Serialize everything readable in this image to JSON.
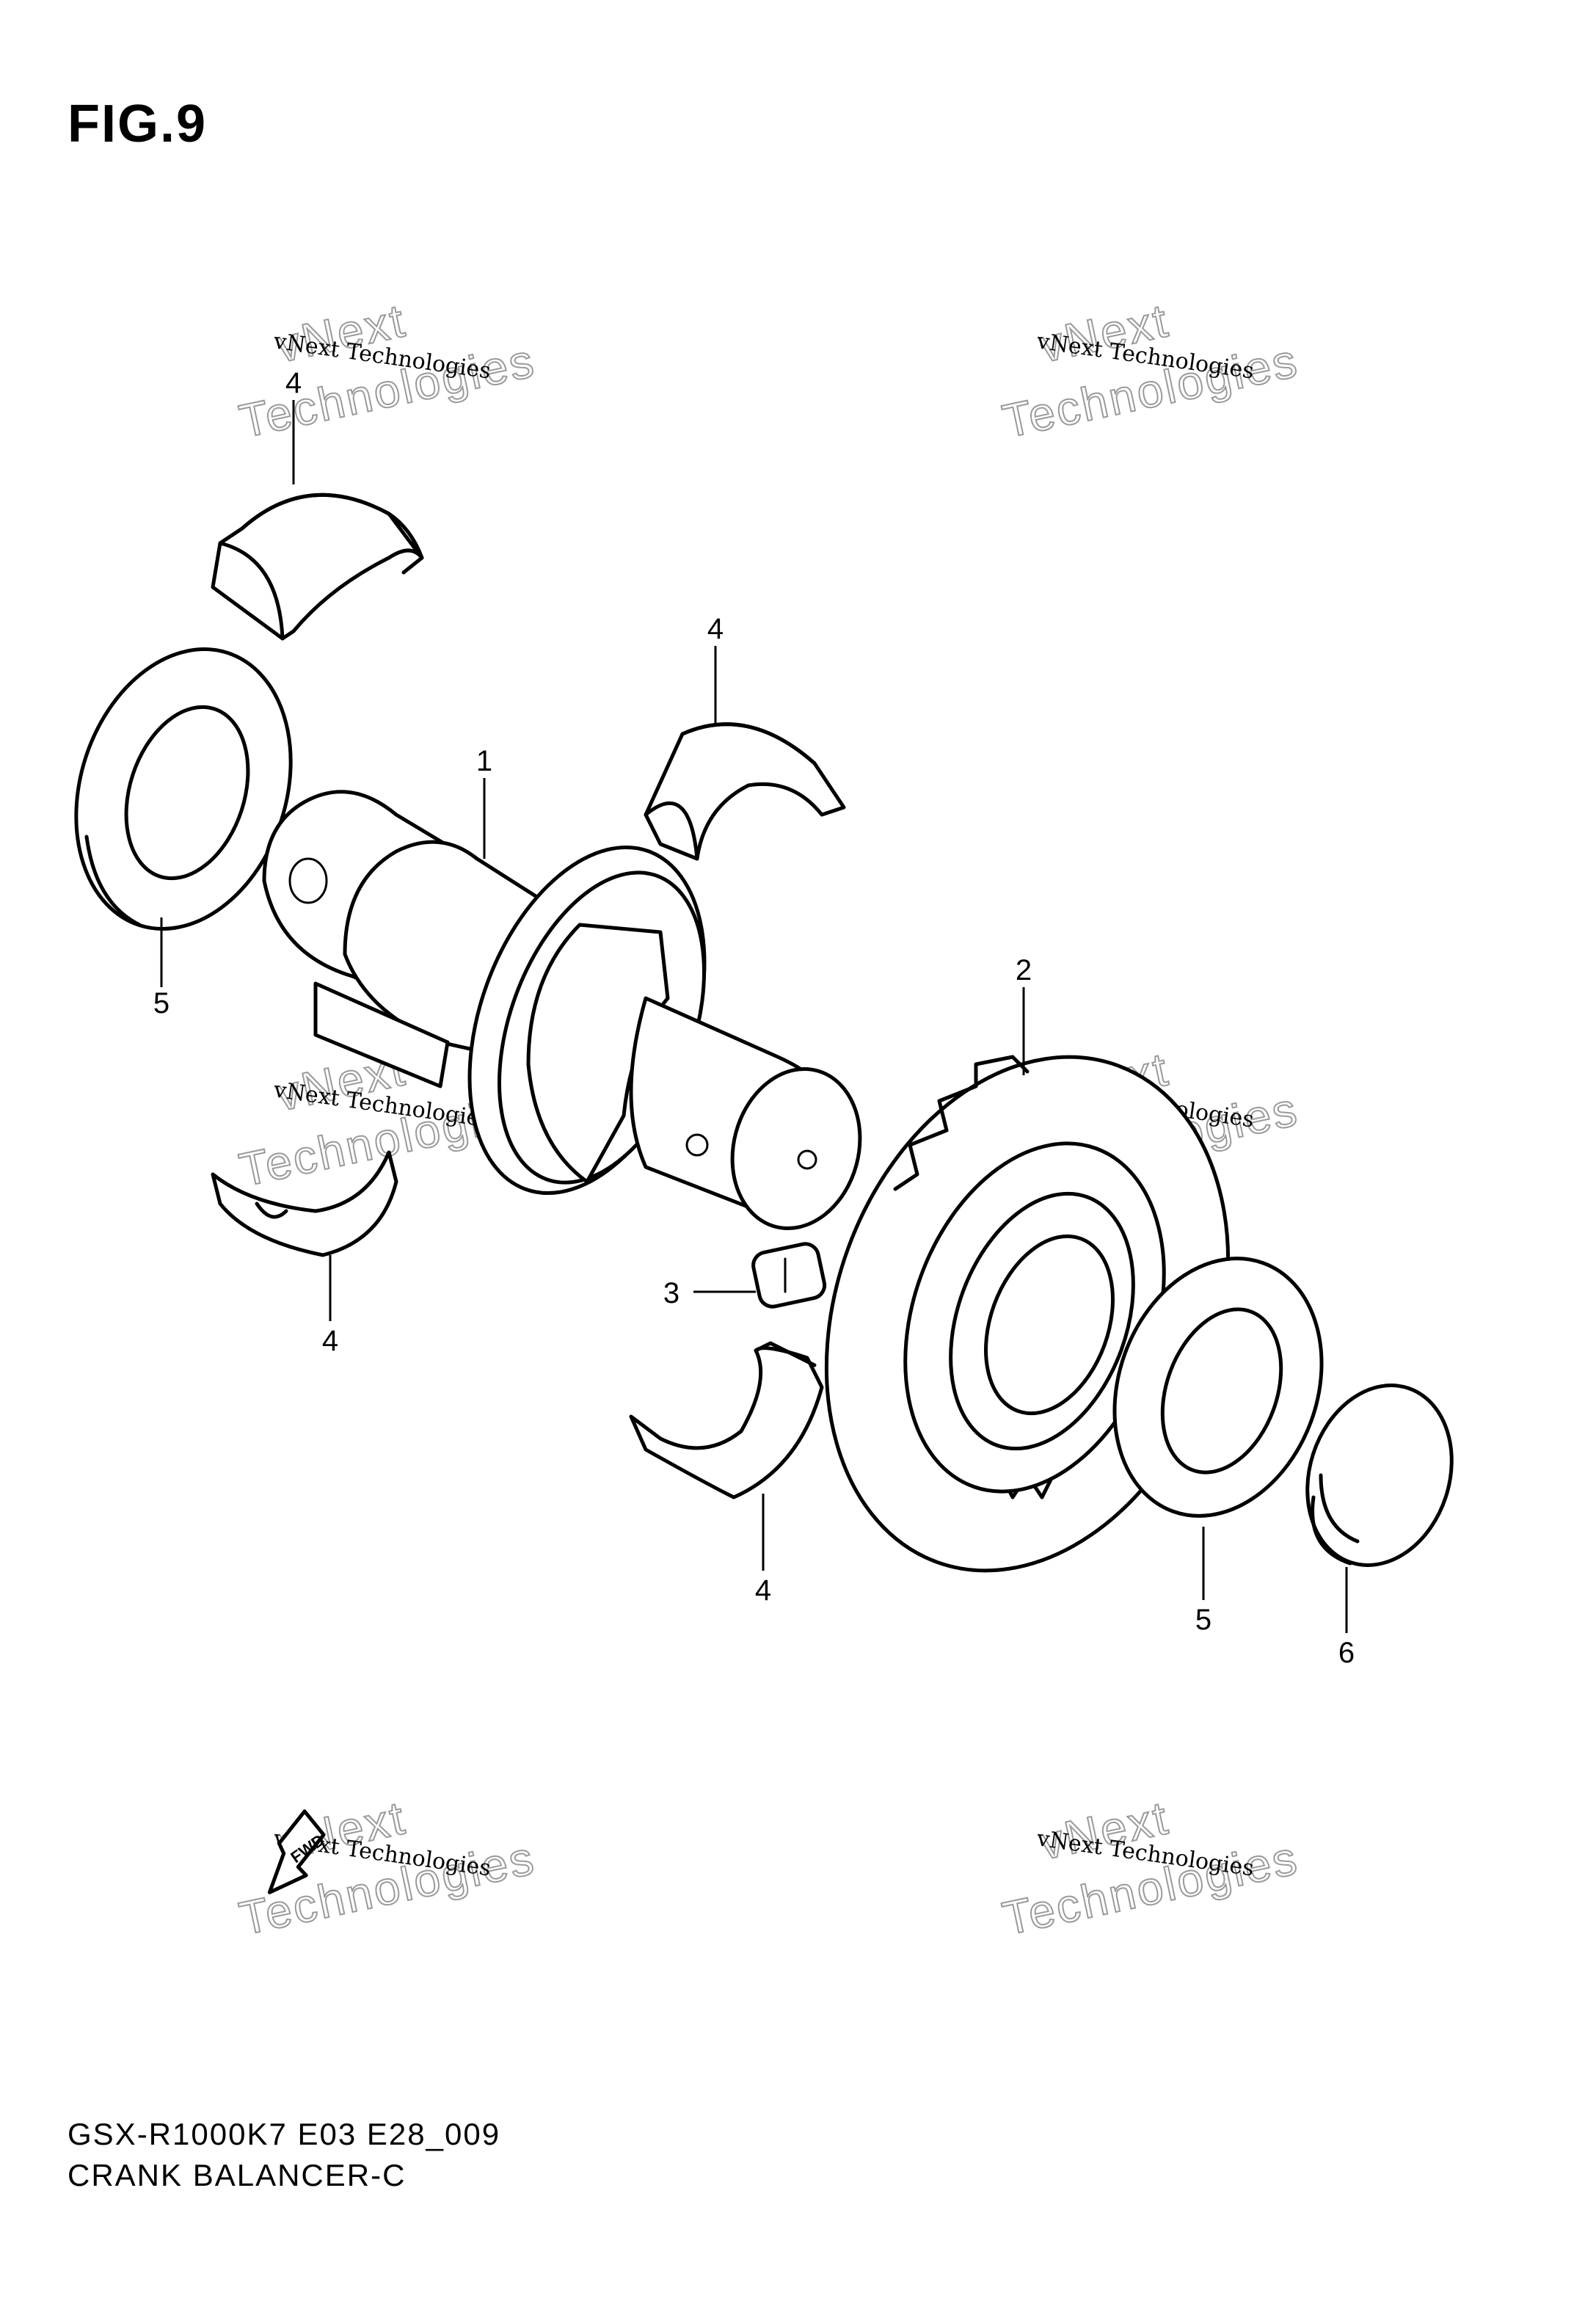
{
  "figure_title": "FIG.9",
  "callouts": {
    "shaft": "1",
    "gear": "2",
    "key": "3",
    "bearing_top_left": "4",
    "bearing_top_right": "4",
    "bearing_mid_left": "4",
    "bearing_bottom_center": "4",
    "washer_left": "5",
    "washer_right": "5",
    "cap": "6"
  },
  "forward_marker": "FWD",
  "watermarks": {
    "brand_line": "vNext Technologies",
    "word_1": "vNext",
    "word_2": "Technologies"
  },
  "footer": {
    "model_code": "GSX-R1000K7 E03 E28_009",
    "section_title": "CRANK BALANCER-C"
  }
}
